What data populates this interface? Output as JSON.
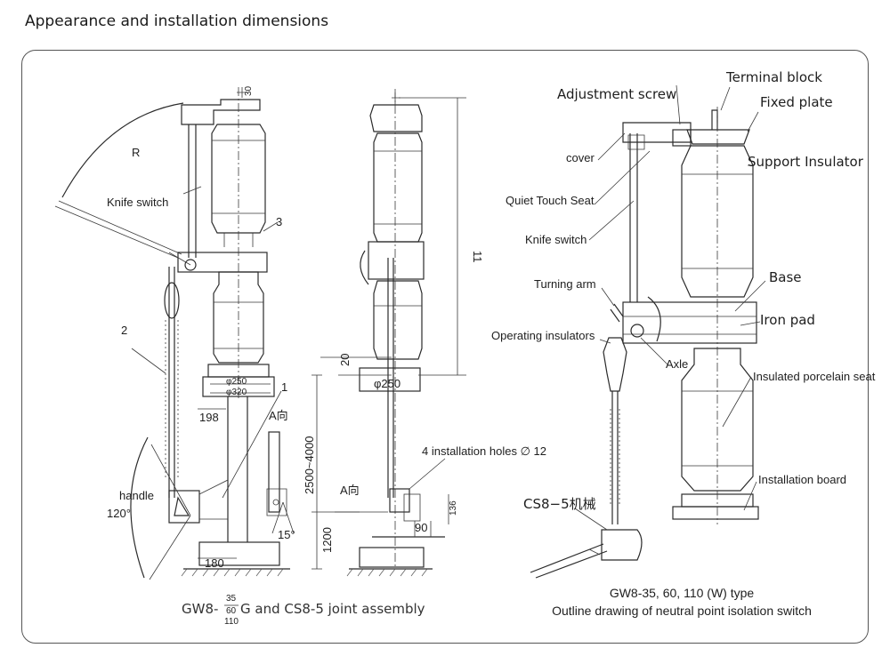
{
  "page_title": "Appearance and installation dimensions",
  "left_drawing": {
    "labels": {
      "radius": "R",
      "knife_switch": "Knife switch",
      "callout_3": "3",
      "callout_2": "2",
      "callout_1": "1",
      "handle": "handle",
      "angle_120": "120°",
      "angle_15": "15°",
      "view_a": "A向"
    },
    "dimensions": {
      "d30": "30",
      "d250": "φ250",
      "d320": "φ320",
      "d198": "198",
      "d180": "180"
    },
    "caption": {
      "prefix": "GW8-",
      "sup": "35",
      "mid": "60",
      "sub": "110",
      "suffix": "G and CS8-5 joint assembly"
    }
  },
  "middle_drawing": {
    "dimensions": {
      "d11": "11",
      "d20": "20",
      "d250": "φ250",
      "d2500": "2500~4000",
      "d1200": "1200",
      "d136": "136",
      "d90": "90"
    },
    "labels": {
      "holes": "4 installation holes ∅ 12",
      "view_a": "A向"
    }
  },
  "right_drawing": {
    "labels": {
      "terminal_block": "Terminal block",
      "adjustment_screw": "Adjustment screw",
      "fixed_plate": "Fixed plate",
      "cover": "cover",
      "support_insulator": "Support Insulator",
      "quiet_touch_seat": "Quiet Touch Seat",
      "knife_switch": "Knife switch",
      "base": "Base",
      "turning_arm": "Turning arm",
      "iron_pad": "Iron pad",
      "operating_insulators": "Operating insulators",
      "axle": "Axle",
      "insulated_porcelain_seat": "Insulated porcelain seat",
      "installation_board": "Installation board",
      "mechanism": "CS8−5机械"
    },
    "caption_line1": "GW8-35, 60, 110 (W) type",
    "caption_line2": "Outline drawing of neutral point isolation switch"
  }
}
